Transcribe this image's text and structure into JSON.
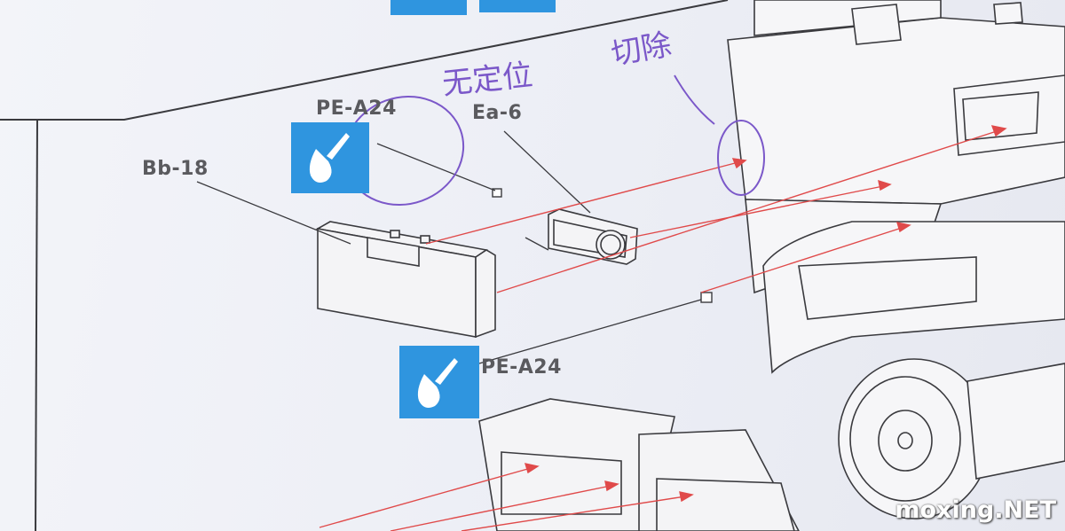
{
  "labels": {
    "pe_top": "PE-A24",
    "ea": "Ea-6",
    "bb": "Bb-18",
    "pe_bottom": "PE-A24"
  },
  "handwriting": {
    "note_left": "无定位",
    "note_right": "切除"
  },
  "watermark": "moxing.NET",
  "colors": {
    "icon_blue": "#2f95df",
    "arrow_red": "#e04a4a",
    "pen_purple": "#7b58c9",
    "line_art": "#3a3a3e"
  },
  "icons": [
    "photo-etch-icon",
    "photo-etch-icon"
  ]
}
